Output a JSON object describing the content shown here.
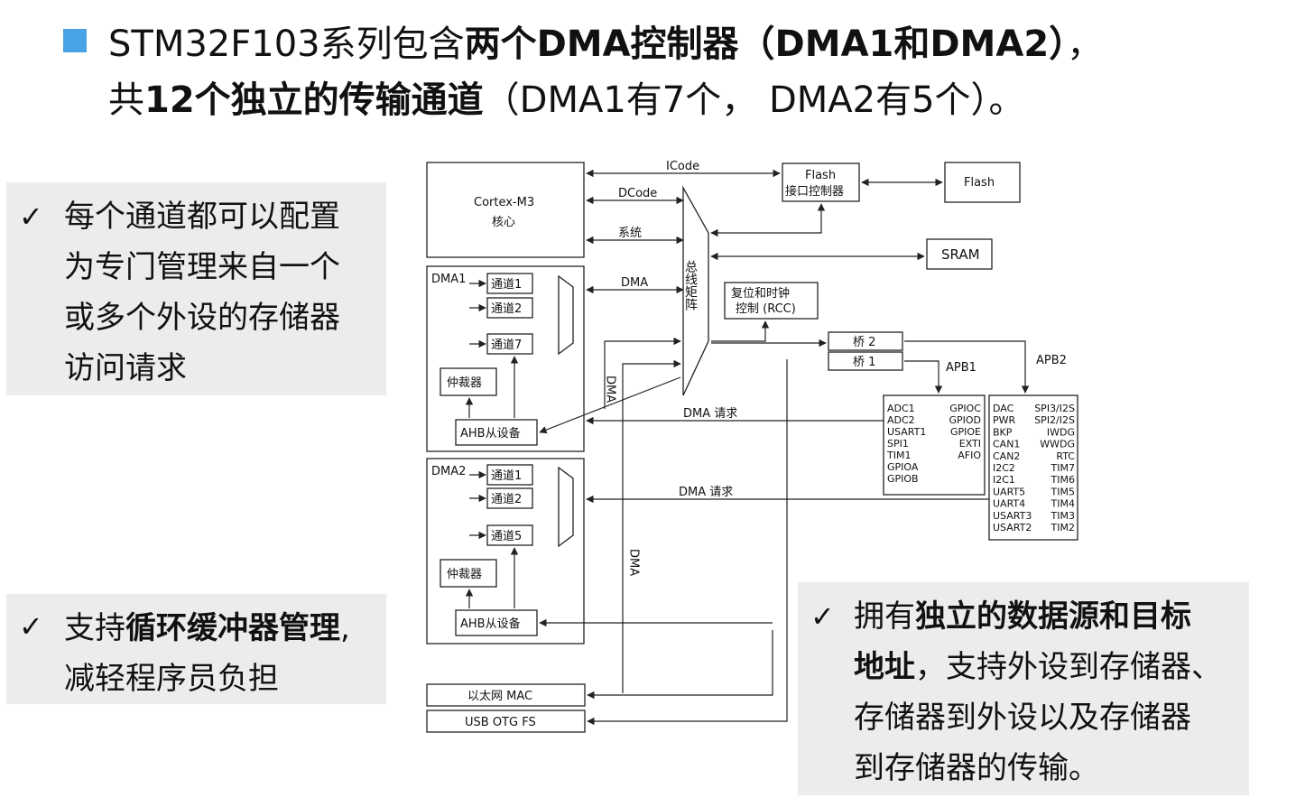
{
  "title": {
    "line1_a": "STM32F103系列包含",
    "line1_b": "两个DMA控制器（DMA1和DMA2）",
    "line1_c": "，",
    "line2_a": "共",
    "line2_b": "12个独立的传输通道",
    "line2_c": "（DMA1有7个， DMA2有5个）。",
    "bullet_color": "#4aa3e6"
  },
  "callouts": {
    "channel_config": {
      "lines": [
        "每个通道都可以配置",
        "为专门管理来自一个",
        "或多个外设的存储器",
        "访问请求"
      ]
    },
    "circular_buffer": {
      "line1_a": "支持",
      "line1_b": "循环缓冲器管理",
      "line1_c": ",",
      "line2": "减轻程序员负担"
    },
    "independent_src": {
      "line1_a": "拥有",
      "line1_b": "独立的数据源和目标",
      "line2_a": "地址",
      "line2_b": "，支持外设到存储器、",
      "line3": "存储器到外设以及存储器",
      "line4": "到存储器的传输。"
    },
    "check": "✓"
  },
  "diagram": {
    "core_label1": "Cortex-M3",
    "core_label2": "核心",
    "icode": "ICode",
    "dcode": "DCode",
    "system": "系统",
    "dma_bus": "DMA",
    "bus_matrix": "总线矩阵",
    "flash_ctrl1": "Flash",
    "flash_ctrl2": "接口控制器",
    "flash": "Flash",
    "sram": "SRAM",
    "rcc1": "复位和时钟",
    "rcc2": "控制 (RCC)",
    "bridge2": "桥 2",
    "bridge1": "桥 1",
    "apb1": "APB1",
    "apb2": "APB2",
    "dma1": "DMA1",
    "dma2": "DMA2",
    "ch1": "通道1",
    "ch2": "通道2",
    "ch7": "通道7",
    "ch5": "通道5",
    "arbiter": "仲裁器",
    "ahb_slave": "AHB从设备",
    "dma_req": "DMA 请求",
    "dma_vert": "DMA",
    "mac": "以太网 MAC",
    "usb": "USB OTG FS",
    "apb1_left": [
      "ADC1",
      "ADC2",
      "USART1",
      "SPI1",
      "TIM1",
      "GPIOA",
      "GPIOB"
    ],
    "apb1_right": [
      "GPIOC",
      "GPIOD",
      "GPIOE",
      "EXTI",
      "AFIO"
    ],
    "apb2_left": [
      "DAC",
      "PWR",
      "BKP",
      "CAN1",
      "CAN2",
      "I2C2",
      "I2C1",
      "UART5",
      "UART4",
      "USART3",
      "USART2"
    ],
    "apb2_right": [
      "SPI3/I2S",
      "SPI2/I2S",
      "IWDG",
      "WWDG",
      "RTC",
      "TIM7",
      "TIM6",
      "TIM5",
      "TIM4",
      "TIM3",
      "TIM2"
    ]
  }
}
